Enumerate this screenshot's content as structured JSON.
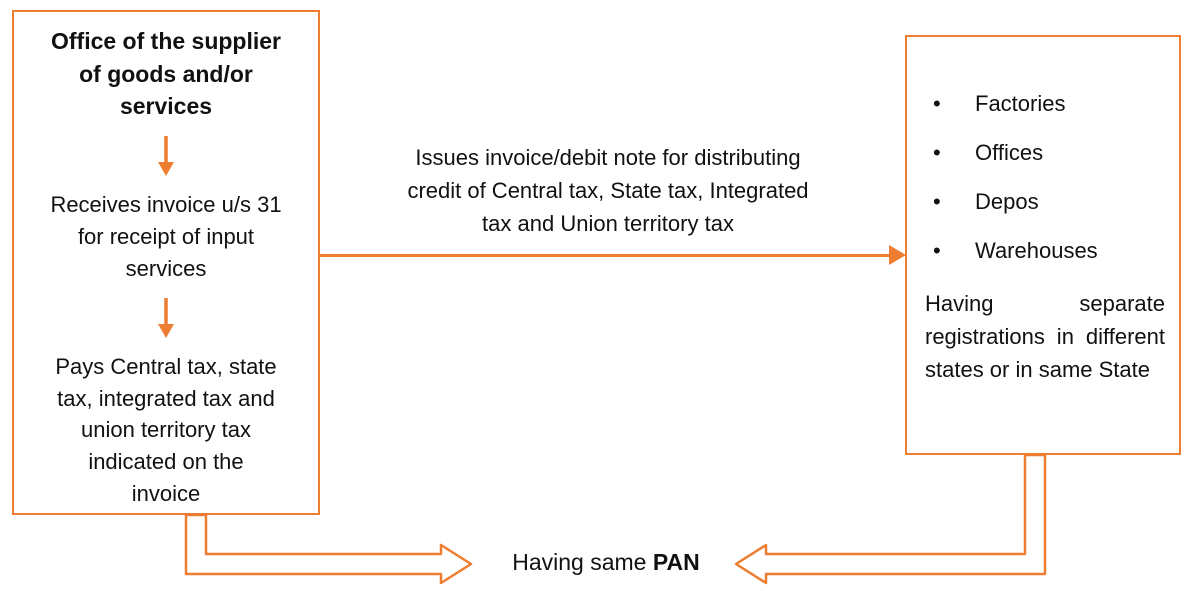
{
  "colors": {
    "accent": "#ED7D31",
    "text": "#111111"
  },
  "left_box": {
    "title": "Office of the supplier\nof goods and/or\nservices",
    "step1": "Receives invoice u/s 31\nfor receipt of input\nservices",
    "step2": "Pays Central tax, state\ntax, integrated tax and\nunion territory tax\nindicated on the\ninvoice"
  },
  "middle_arrow": {
    "label": "Issues invoice/debit note for distributing\ncredit of Central tax, State tax, Integrated\ntax and Union territory tax"
  },
  "right_box": {
    "bullet_marker": "•",
    "bullets": [
      "Factories",
      "Offices",
      "Depos",
      "Warehouses"
    ],
    "note": "Having separate registrations in different states or in same State"
  },
  "bottom": {
    "label_prefix": "Having same ",
    "label_bold": "PAN"
  }
}
